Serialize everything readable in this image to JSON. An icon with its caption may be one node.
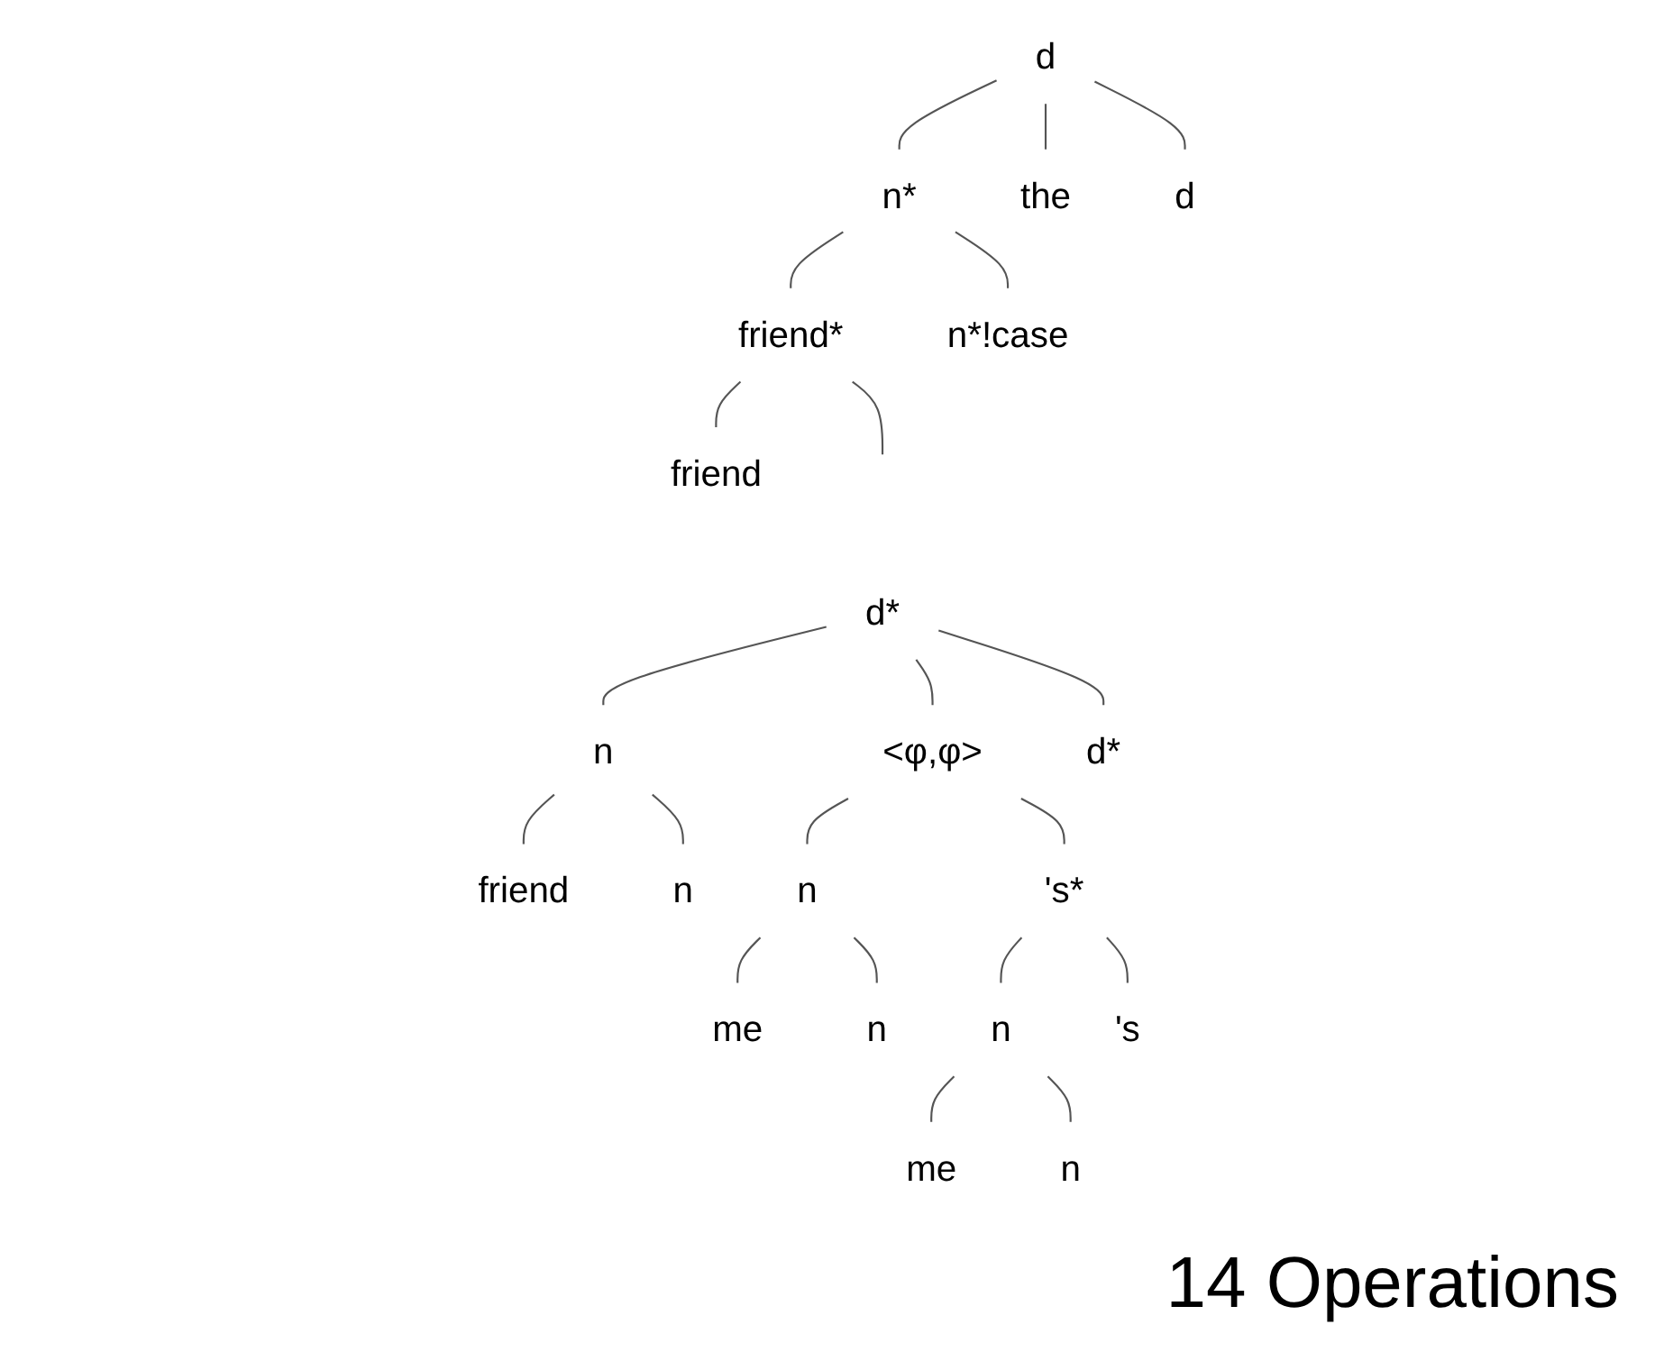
{
  "diagram": {
    "nodes": [
      {
        "text": [
          "d"
        ]
      },
      {
        "text": [
          "n*"
        ]
      },
      {
        "text": [
          "the"
        ]
      },
      {
        "text": [
          "d"
        ]
      },
      {
        "text": [
          "friend*"
        ]
      },
      {
        "text": [
          "n*!case"
        ]
      },
      {
        "text": [
          "friend"
        ]
      },
      {
        "text": [
          "d*"
        ]
      },
      {
        "text": [
          "n"
        ]
      },
      {
        "text": [
          "<φ,φ>"
        ]
      },
      {
        "text": [
          "d*"
        ]
      },
      {
        "text": [
          "friend"
        ]
      },
      {
        "text": [
          "n"
        ]
      },
      {
        "text": [
          "n"
        ]
      },
      {
        "text": [
          "'s*"
        ]
      },
      {
        "text": [
          "me"
        ]
      },
      {
        "text": [
          "n"
        ]
      },
      {
        "text": [
          "n"
        ]
      },
      {
        "text": [
          "'s"
        ]
      },
      {
        "text": [
          "me"
        ]
      },
      {
        "text": [
          "n"
        ]
      }
    ],
    "edges": [
      {
        "from": 0,
        "to": 1,
        "arrow": "none"
      },
      {
        "from": 0,
        "to": 2,
        "arrow": "none"
      },
      {
        "from": 0,
        "to": 3,
        "arrow": "none"
      },
      {
        "from": 1,
        "to": 4,
        "arrow": "none"
      },
      {
        "from": 1,
        "to": 5,
        "arrow": "none"
      },
      {
        "from": 4,
        "to": null,
        "arrow": "none"
      },
      {
        "from": 4,
        "to": 6,
        "arrow": "none"
      },
      {
        "from": 7,
        "to": 8,
        "arrow": "none"
      },
      {
        "from": 7,
        "to": 9,
        "arrow": "none"
      },
      {
        "from": 7,
        "to": 10,
        "arrow": "none"
      },
      {
        "from": 8,
        "to": 11,
        "arrow": "none"
      },
      {
        "from": 8,
        "to": 12,
        "arrow": "none"
      },
      {
        "from": 9,
        "to": 13,
        "arrow": "none"
      },
      {
        "from": 9,
        "to": 14,
        "arrow": "none"
      },
      {
        "from": 13,
        "to": 15,
        "arrow": "none"
      },
      {
        "from": 13,
        "to": 16,
        "arrow": "none"
      },
      {
        "from": 14,
        "to": 17,
        "arrow": "none"
      },
      {
        "from": 14,
        "to": 18,
        "arrow": "none"
      },
      {
        "from": 17,
        "to": 19,
        "arrow": "none"
      },
      {
        "from": 17,
        "to": 20,
        "arrow": "none"
      }
    ],
    "labels": [
      "14 Operations"
    ]
  }
}
